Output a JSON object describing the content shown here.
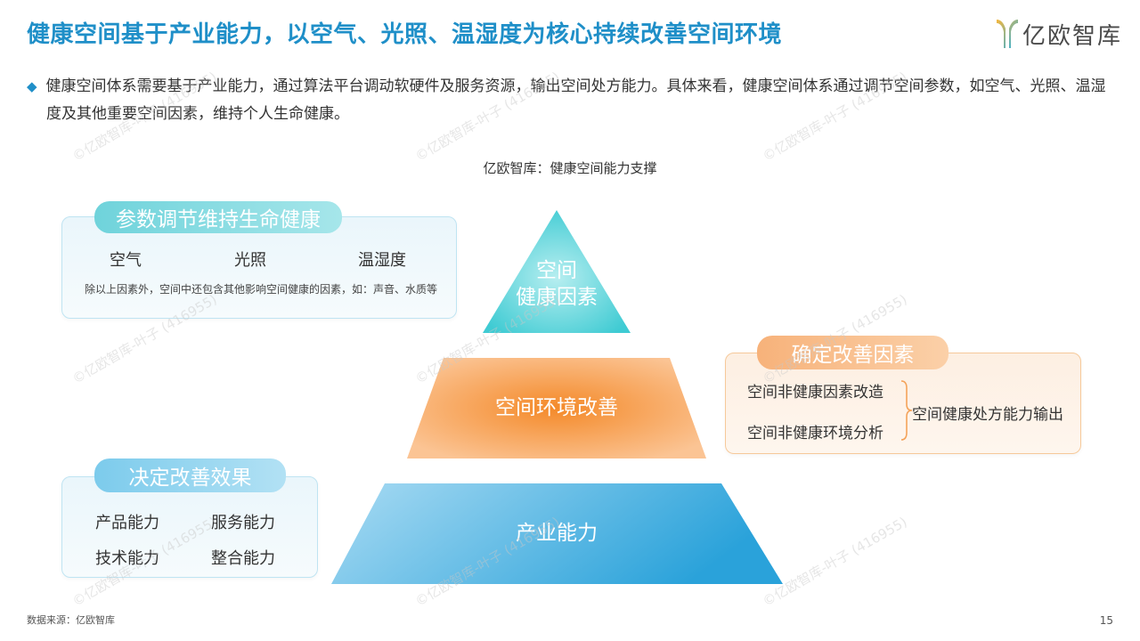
{
  "header": {
    "title": "健康空间基于产业能力，以空气、光照、温湿度为核心持续改善空间环境",
    "logo_text": "亿欧智库"
  },
  "summary": {
    "text": "健康空间体系需要基于产业能力，通过算法平台调动软硬件及服务资源，输出空间处方能力。具体来看，健康空间体系通过调节空间参数，如空气、光照、温湿度及其他重要空间因素，维持个人生命健康。"
  },
  "diagram": {
    "caption": "亿欧智库：健康空间能力支撑",
    "pyramid": {
      "top_line1": "空间",
      "top_line2": "健康因素",
      "middle": "空间环境改善",
      "bottom": "产业能力"
    },
    "params_card": {
      "title": "参数调节维持生命健康",
      "items": [
        "空气",
        "光照",
        "温湿度"
      ],
      "note": "除以上因素外，空间中还包含其他影响空间健康的因素，如：声音、水质等"
    },
    "improve_card": {
      "title": "确定改善因素",
      "items": [
        "空间非健康因素改造",
        "空间非健康环境分析"
      ],
      "output": "空间健康处方能力输出"
    },
    "effect_card": {
      "title": "决定改善效果",
      "items": [
        "产品能力",
        "服务能力",
        "技术能力",
        "整合能力"
      ]
    }
  },
  "watermark": "©亿欧智库-叶子 (416955)",
  "footer": {
    "source": "数据来源：亿欧智库",
    "page": "15"
  },
  "colors": {
    "accent": "#1f8fc8",
    "teal": "#3ecbd3",
    "orange": "#f39a3a",
    "blue": "#33a8de"
  }
}
